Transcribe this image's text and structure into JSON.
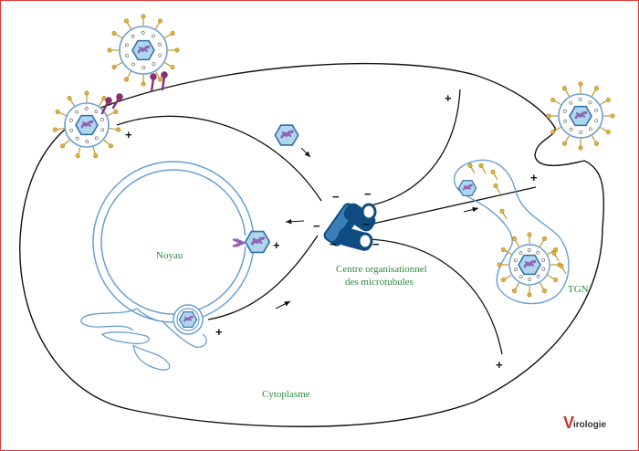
{
  "labels": {
    "nucleus": "Noyau",
    "mtoc_line1": "Centre organisationnel",
    "mtoc_line2": "des microtubules",
    "tgn": "TGN",
    "cytoplasm": "Cytoplasme"
  },
  "signs": {
    "plus": "+",
    "minus": "−"
  },
  "logo": {
    "initial": "V",
    "rest": "irologie"
  },
  "colors": {
    "membrane": "#111111",
    "nuclear_envelope": "#6a9fd0",
    "capsid_fill": "#aed6ee",
    "capsid_stroke": "#2c6ea6",
    "genome": "#8e63b5",
    "spike": "#d2a72a",
    "receptor": "#8a2f6e",
    "microtubule": "#0f4c81",
    "label_green": "#2b8a3e",
    "frame": "#e03a3a"
  }
}
